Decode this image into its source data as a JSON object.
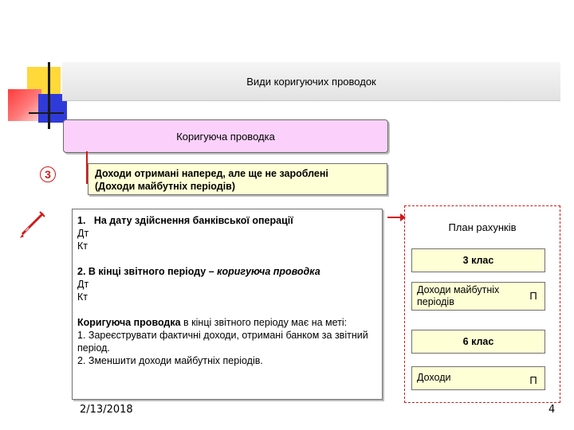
{
  "title": "Види коригуючих проводок",
  "header_box": "Коригуюча проводка",
  "case_marker": "3",
  "description": {
    "line1": "Доходи отримані наперед, але ще не зароблені",
    "line2": "(Доходи майбутніх періодів)"
  },
  "steps": {
    "step1_num": "1.",
    "step1_text": "На дату здійснення банківської операції",
    "step1_dt": "Дт",
    "step1_kt": "Кт",
    "step2_lead": "2. В кінці звітного періоду – ",
    "step2_emph": "коригуюча проводка",
    "step2_dt": "Дт",
    "step2_kt": "Кт",
    "goal_bold": "Коригуюча проводка",
    "goal_rest": " в кінці звітного періоду має на меті:",
    "goal_1": "1.     Зареєструвати фактичні доходи, отримані банком за звітний період.",
    "goal_2": "2. Зменшити доходи майбутніх періодів."
  },
  "chart_of_accounts": {
    "title": "План рахунків",
    "class3": "3 клас",
    "account1_name": "Доходи майбутніх періодів",
    "account1_type": "П",
    "class6": "6 клас",
    "account2_name": "Доходи",
    "account2_type": "П"
  },
  "footer": {
    "date": "2/13/2018",
    "page": "4"
  },
  "colors": {
    "accent_red": "#d11a1a",
    "pink_box": "#fbd1fb",
    "yellow_box": "#ffffd6"
  }
}
